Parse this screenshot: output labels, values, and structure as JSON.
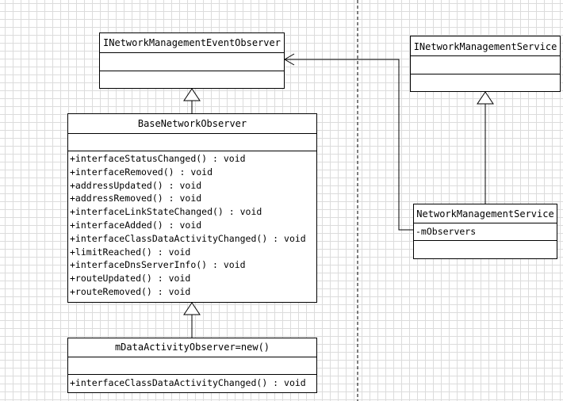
{
  "classes": {
    "inetwork_event_observer": {
      "name": "INetworkManagementEventObserver"
    },
    "inetwork_service": {
      "name": "INetworkManagementService"
    },
    "base_observer": {
      "name": "BaseNetworkObserver",
      "methods": [
        "+interfaceStatusChanged() : void",
        "+interfaceRemoved() : void",
        "+addressUpdated() : void",
        "+addressRemoved() : void",
        "+interfaceLinkStateChanged() : void",
        "+interfaceAdded() : void",
        "+interfaceClassDataActivityChanged() : void",
        "+limitReached() : void",
        "+interfaceDnsServerInfo() : void",
        "+routeUpdated() : void",
        "+routeRemoved() : void"
      ]
    },
    "network_service": {
      "name": "NetworkManagementService",
      "attributes": [
        "-mObservers"
      ]
    },
    "data_activity_observer": {
      "name": "mDataActivityObserver=new()",
      "methods": [
        "+interfaceClassDataActivityChanged() : void"
      ]
    }
  }
}
